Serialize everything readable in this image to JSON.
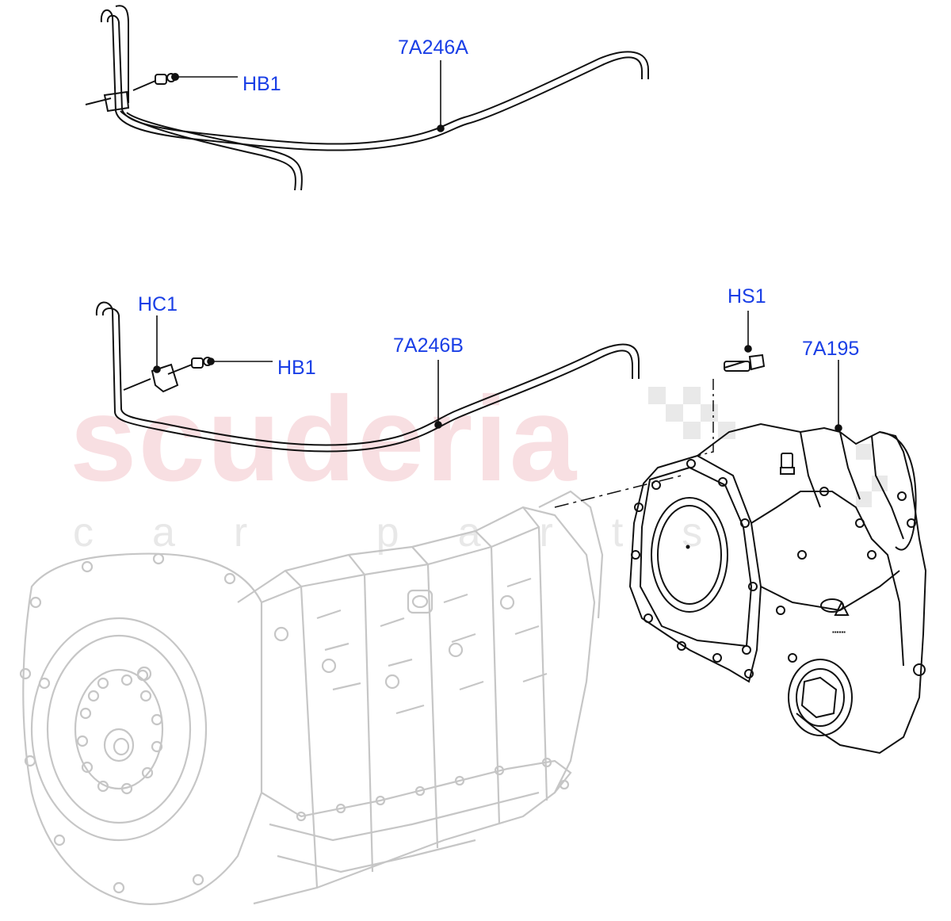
{
  "watermark": {
    "brand": "scuderia",
    "tagline": "car parts"
  },
  "callouts": {
    "hb1_upper": "HB1",
    "pipe_a": "7A246A",
    "hc1": "HC1",
    "pipe_b": "7A246B",
    "hb1_lower": "HB1",
    "hs1": "HS1",
    "transfer_case": "7A195"
  },
  "colors": {
    "callout_text": "#1a3fe6",
    "part_line": "#000000",
    "ghost_line": "#c8c8c8",
    "watermark_red": "#e68c96"
  }
}
